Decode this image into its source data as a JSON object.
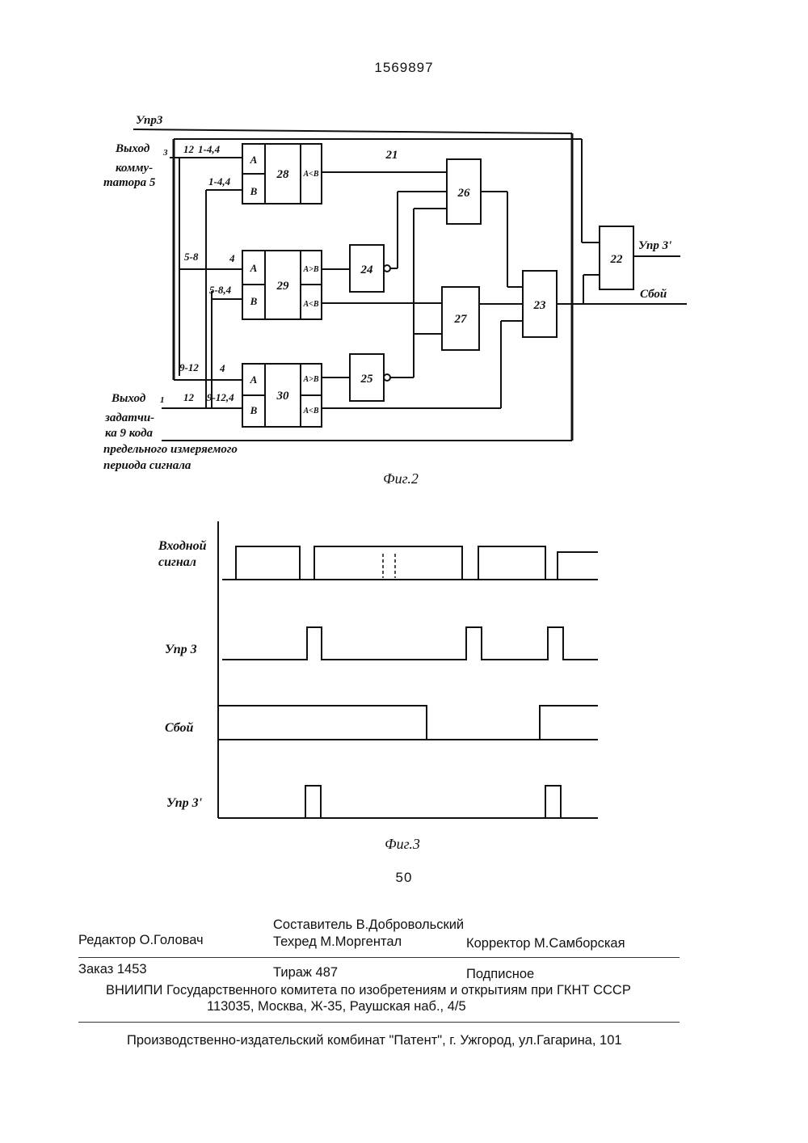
{
  "page_number": "1569897",
  "footer_page": "50",
  "fig2": {
    "caption": "Фиг.2",
    "signals": {
      "upr3": "Упр3",
      "vyhod3": "Выход",
      "vyhod3_pin": "3",
      "kommutatora": [
        "комму-",
        "татора 5"
      ],
      "vyhod1": "Выход",
      "vyhod1_pin": "1",
      "zadatchik": [
        "задатчи-",
        "ка 9 кода",
        "предельного измеряемого",
        "периода сигнала"
      ],
      "upr3_out": "Упр 3'",
      "sboy_out": "Сбой"
    },
    "bus_labels": {
      "b1": "12",
      "b2": "1-4,4",
      "b3": "1-4,4",
      "b4": "5-8",
      "b5": "4",
      "b6": "5-8,4",
      "b7": "9-12",
      "b8": "4",
      "b9": "12",
      "b10": "9-12,4"
    },
    "blocks": {
      "b21": "21",
      "b22": "22",
      "b23": "23",
      "b24": "24",
      "b25": "25",
      "b26": "26",
      "b27": "27",
      "b28": "28",
      "b29": "29",
      "b30": "30"
    },
    "ports": {
      "a": "A",
      "b": "B",
      "agb": "A>B",
      "alb": "A<B"
    }
  },
  "fig3": {
    "caption": "Фиг.3",
    "traces": [
      {
        "name": "Входной сигнал",
        "lines": [
          "Входной",
          "сигнал"
        ]
      },
      {
        "name": "Упр 3",
        "lines": [
          "Упр 3"
        ]
      },
      {
        "name": "Сбой",
        "lines": [
          "Сбой"
        ]
      },
      {
        "name": "Упр 3'",
        "lines": [
          "Упр 3'"
        ]
      }
    ]
  },
  "imprint": {
    "compiler": "Составитель В.Добровольский",
    "editor": "Редактор О.Головач",
    "techred": "Техред М.Моргентал",
    "corrector": "Корректор М.Самборская",
    "order": "Заказ 1453",
    "circulation": "Тираж 487",
    "subscription": "Подписное",
    "org": "ВНИИПИ Государственного комитета по изобретениям и открытиям при ГКНТ СССР",
    "address": "113035, Москва, Ж-35, Раушская наб., 4/5",
    "printer": "Производственно-издательский комбинат \"Патент\", г. Ужгород, ул.Гагарина, 101"
  }
}
